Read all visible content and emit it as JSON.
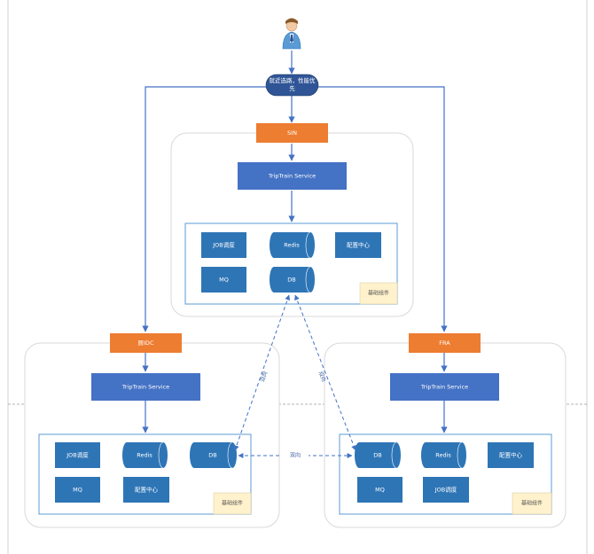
{
  "entry": {
    "label": "就近选路，性能优先"
  },
  "regions": {
    "sin": {
      "label": "SIN",
      "service": "TripTrain Service",
      "components": [
        "JOB调度",
        "Redis",
        "配置中心",
        "MQ",
        "DB"
      ],
      "tag": "基础组件"
    },
    "origin": {
      "label": "原IDC",
      "service": "TripTrain Service",
      "components": [
        "JOB调度",
        "Redis",
        "DB",
        "MQ",
        "配置中心"
      ],
      "tag": "基础组件"
    },
    "fra": {
      "label": "FRA",
      "service": "TripTrain Service",
      "components": [
        "DB",
        "Redis",
        "配置中心",
        "MQ",
        "JOB调度"
      ],
      "tag": "基础组件"
    }
  },
  "sync": {
    "origin_fra": "双向",
    "sin_origin": "双向",
    "sin_fra": "双向"
  },
  "colors": {
    "region_label": "#ed7d31",
    "service": "#4472c4",
    "component": "#2e75b6",
    "entry": "#2f5597",
    "tag_bg": "#fff2cc",
    "arrow": "#4472c4"
  }
}
